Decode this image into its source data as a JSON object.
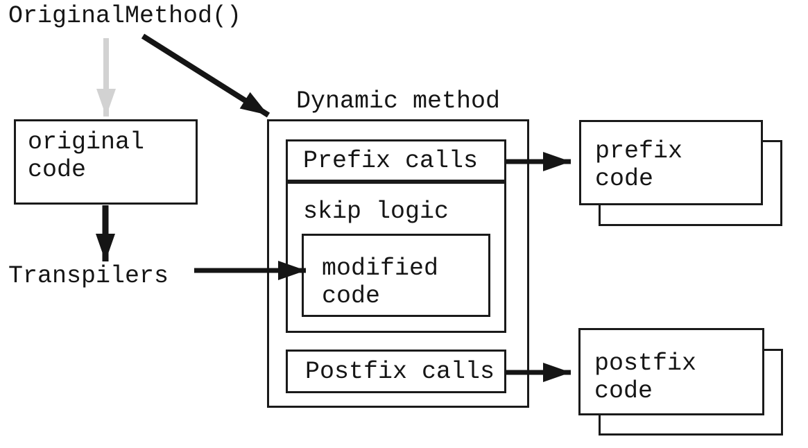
{
  "colors": {
    "background": "#ffffff",
    "border": "#1a1a1a",
    "text": "#151515",
    "arrow": "#151515",
    "faded_arrow": "#d2d2d2"
  },
  "labels": {
    "original_method": "OriginalMethod()",
    "dynamic_method": "Dynamic method",
    "transpilers": "Transpilers"
  },
  "boxes": {
    "original_code": "original\ncode",
    "prefix_calls": "Prefix calls",
    "skip_logic": "skip logic",
    "modified_code": "modified\ncode",
    "postfix_calls": "Postfix calls",
    "prefix_code": "prefix\ncode",
    "postfix_code": "postfix\ncode"
  },
  "edges": [
    {
      "from": "OriginalMethod()",
      "to": "original code",
      "style": "faded"
    },
    {
      "from": "OriginalMethod()",
      "to": "Dynamic method",
      "style": "solid"
    },
    {
      "from": "original code",
      "to": "Transpilers",
      "style": "solid"
    },
    {
      "from": "Transpilers",
      "to": "modified code",
      "style": "solid"
    },
    {
      "from": "Prefix calls",
      "to": "prefix code",
      "style": "solid"
    },
    {
      "from": "Postfix calls",
      "to": "postfix code",
      "style": "solid"
    }
  ]
}
